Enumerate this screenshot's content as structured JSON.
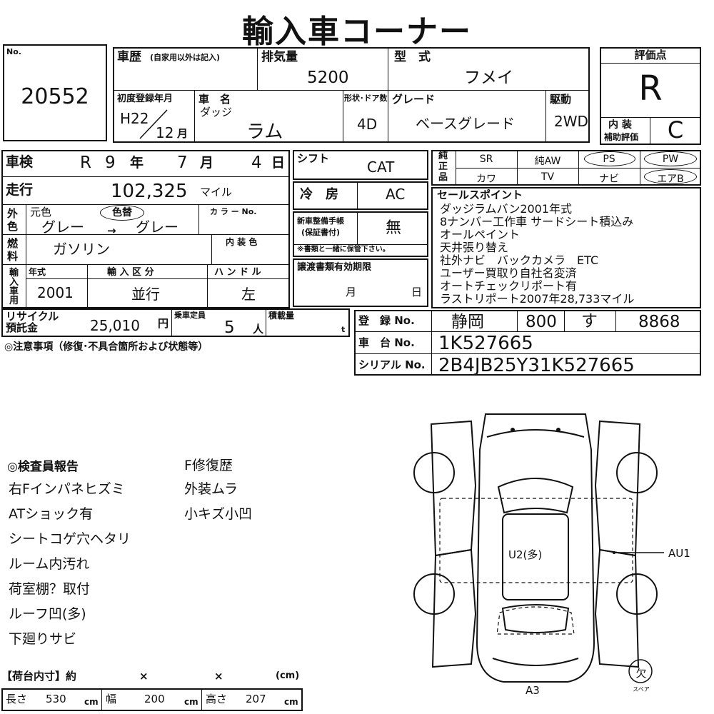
{
  "title": "輸入車コーナー",
  "lot": {
    "label": "No.",
    "number": "20552"
  },
  "history": {
    "label": "車歴",
    "note": "(自家用以外は記入)",
    "value": ""
  },
  "displacement": {
    "label": "排気量",
    "value": "5200"
  },
  "model_type": {
    "label": "型　式",
    "value": "フメイ"
  },
  "first_reg": {
    "label": "初度登録年月",
    "year": "H22",
    "month": "12",
    "month_unit": "月"
  },
  "car_name": {
    "label": "車　名",
    "maker": "ダッジ",
    "name": "ラム"
  },
  "doors": {
    "label": "形状･ドア数",
    "value": "4D"
  },
  "grade": {
    "label": "グレード",
    "value": "ベースグレード"
  },
  "drive": {
    "label": "駆動",
    "value": "2WD"
  },
  "evaluation": {
    "label": "評価点",
    "score": "R",
    "interior_label_1": "内 装",
    "interior_label_2": "補助評価",
    "interior_score": "C"
  },
  "inspection": {
    "label": "車検",
    "era": "R",
    "year": "9",
    "year_unit": "年",
    "month": "7",
    "month_unit": "月",
    "day": "4",
    "day_unit": "日"
  },
  "mileage": {
    "label": "走行",
    "value": "102,325",
    "unit": "マイル"
  },
  "exterior_color": {
    "label_1": "外",
    "label_2": "色",
    "original_label": "元色",
    "repaint_label": "色替",
    "original": "グレー",
    "arrow": "→",
    "current": "グレー",
    "color_no_label": "カ ラ ー No."
  },
  "fuel": {
    "label_1": "燃",
    "label_2": "料",
    "value": "ガソリン",
    "interior_color_label": "内 装 色"
  },
  "import_info": {
    "side_label": [
      "輸",
      "入",
      "車",
      "用"
    ],
    "year_label": "年式",
    "year": "2001",
    "import_type_label": "輸 入 区 分",
    "import_type": "並行",
    "handle_label": "ハ ン ド ル",
    "handle": "左"
  },
  "recycle": {
    "label_1": "リサイクル",
    "label_2": "預託金",
    "value": "25,010",
    "unit": "円"
  },
  "capacity": {
    "label": "乗車定員",
    "value": "5",
    "unit": "人"
  },
  "load": {
    "label": "積載量",
    "unit": "t"
  },
  "shift": {
    "label": "シフト",
    "value": "CAT"
  },
  "aircon": {
    "label": "冷　房",
    "value": "AC"
  },
  "maintenance": {
    "label_1": "新車整備手帳",
    "label_2": "(保証書付)",
    "value": "無",
    "note": "※書類と一緒に保管下さい。"
  },
  "transfer_docs": {
    "label": "譲渡書類有効期限",
    "month_unit": "月",
    "day_unit": "日"
  },
  "equipment": {
    "side_label": [
      "純",
      "正",
      "品"
    ],
    "row1": [
      "SR",
      "純AW",
      "PS",
      "PW"
    ],
    "row2": [
      "カワ",
      "TV",
      "ナビ",
      "エアB"
    ]
  },
  "sales_points": {
    "label": "セールスポイント",
    "lines": [
      "ダッジラムバン2001年式",
      "8ナンバー工作車 サードシート積込み",
      "オールペイント",
      "天井張り替え",
      "社外ナビ　バックカメラ　ETC",
      "ユーザー買取り自社名変済",
      "オートチェックリポート有",
      "ラストリポート2007年28,733マイル"
    ]
  },
  "registration": {
    "label": "登　録 No.",
    "region": "静岡",
    "class": "800",
    "kana": "す",
    "number": "8868"
  },
  "chassis": {
    "label": "車　台 No.",
    "value": "1K527665"
  },
  "serial": {
    "label": "シリアル No.",
    "value": "2B4JB25Y31K527665"
  },
  "caution": {
    "label": "◎注意事項（修復･不具合箇所および状態等）"
  },
  "inspector_report": {
    "label": "◎検査員報告",
    "col1": [
      "右Fインパネヒズミ",
      "ATショック有",
      "シートコゲ穴ヘタリ",
      "ルーム内汚れ",
      "荷室棚？取付",
      "ルーフ凹(多)",
      "下廻りサビ"
    ],
    "col2": [
      "F修復歴",
      "外装ムラ",
      "小キズ小凹"
    ]
  },
  "diagram": {
    "center_mark": "U2(多)",
    "side_mark": "AU1",
    "rear_mark": "A3",
    "spare_label": "欠",
    "spare_caption": "スペア"
  },
  "cargo": {
    "header": "【荷台内寸】約",
    "x1": "×",
    "x2": "×",
    "unit_hdr": "(cm)",
    "length_label": "長さ",
    "length": "530",
    "length_unit": "cm",
    "width_label": "幅",
    "width": "200",
    "width_unit": "cm",
    "height_label": "高さ",
    "height": "207",
    "height_unit": "cm"
  }
}
